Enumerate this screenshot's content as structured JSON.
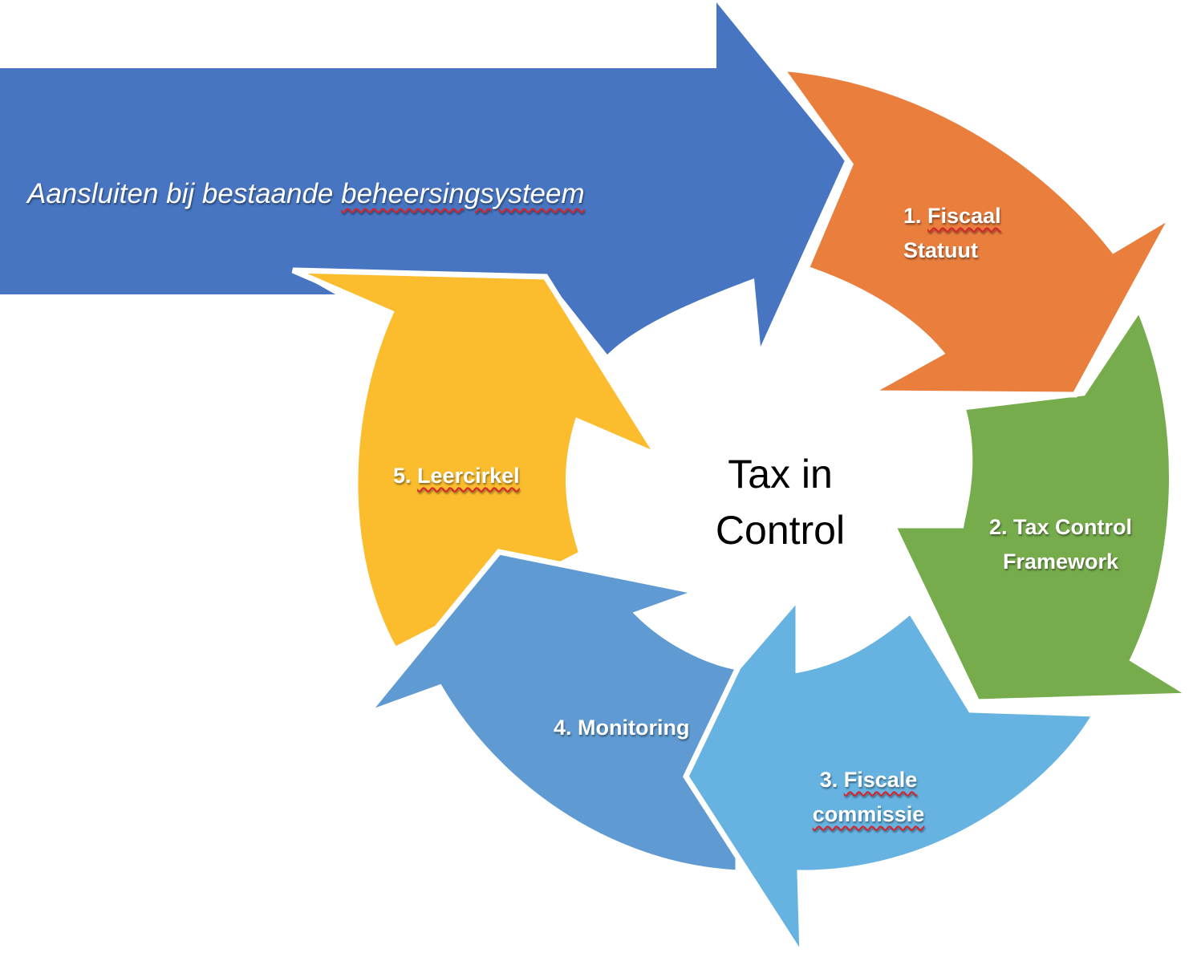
{
  "banner": {
    "text_plain": "Aansluiten bij bestaande ",
    "text_marked": "beheersingsysteem"
  },
  "center": {
    "line1": "Tax in",
    "line2": "Control"
  },
  "steps": [
    {
      "number": "1.",
      "line1": "Fiscaal",
      "line2": "Statuut",
      "color": "#E97E3D"
    },
    {
      "number": "2.",
      "line1": "Tax Control",
      "line2": "Framework",
      "color": "#76AC4C"
    },
    {
      "number": "3.",
      "line1": "Fiscale",
      "line2": "commissie",
      "color": "#66B3E1"
    },
    {
      "number": "4.",
      "line1": "Monitoring",
      "line2": "",
      "color": "#5F9BD2"
    },
    {
      "number": "5.",
      "line1": "Leercirkel",
      "line2": "",
      "color": "#FBBC2E"
    }
  ],
  "colors": {
    "banner": "#4775C1",
    "spellcheck_underline": "#D9232B"
  }
}
